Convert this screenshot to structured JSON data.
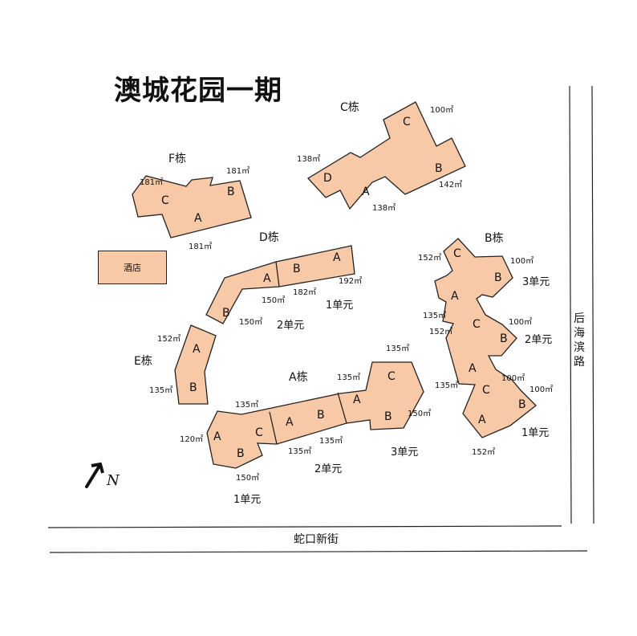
{
  "title": "澳城花园一期",
  "colors": {
    "building_fill": "#f8c9a7",
    "outline": "#222222"
  },
  "buildings": {
    "A": {
      "name": "A栋",
      "units": [
        "1单元",
        "2单元",
        "3单元"
      ],
      "areas": [
        "135㎡",
        "135㎡",
        "120㎡",
        "150㎡",
        "135㎡",
        "135㎡",
        "135㎡",
        "150㎡"
      ]
    },
    "B": {
      "name": "B栋",
      "units": [
        "3单元",
        "2单元",
        "1单元"
      ],
      "areas": [
        "152㎡",
        "100㎡",
        "135㎡",
        "152㎡",
        "100㎡",
        "135㎡",
        "100㎡",
        "100㎡",
        "152㎡"
      ]
    },
    "C": {
      "name": "C栋",
      "areas": [
        "100㎡",
        "138㎡",
        "142㎡",
        "138㎡"
      ]
    },
    "D": {
      "name": "D栋",
      "units": [
        "1单元",
        "2单元"
      ],
      "areas": [
        "192㎡",
        "182㎡",
        "150㎡",
        "150㎡"
      ]
    },
    "E": {
      "name": "E栋",
      "areas": [
        "152㎡",
        "135㎡"
      ]
    },
    "F": {
      "name": "F栋",
      "areas": [
        "181㎡",
        "181㎡",
        "181㎡"
      ]
    }
  },
  "hotel": "酒店",
  "roads": {
    "bottom": "蛇口新街",
    "right": "后海滨路"
  },
  "compass": "N",
  "flat_letters": {
    "a": "A",
    "b": "B",
    "c": "C",
    "d": "D"
  }
}
